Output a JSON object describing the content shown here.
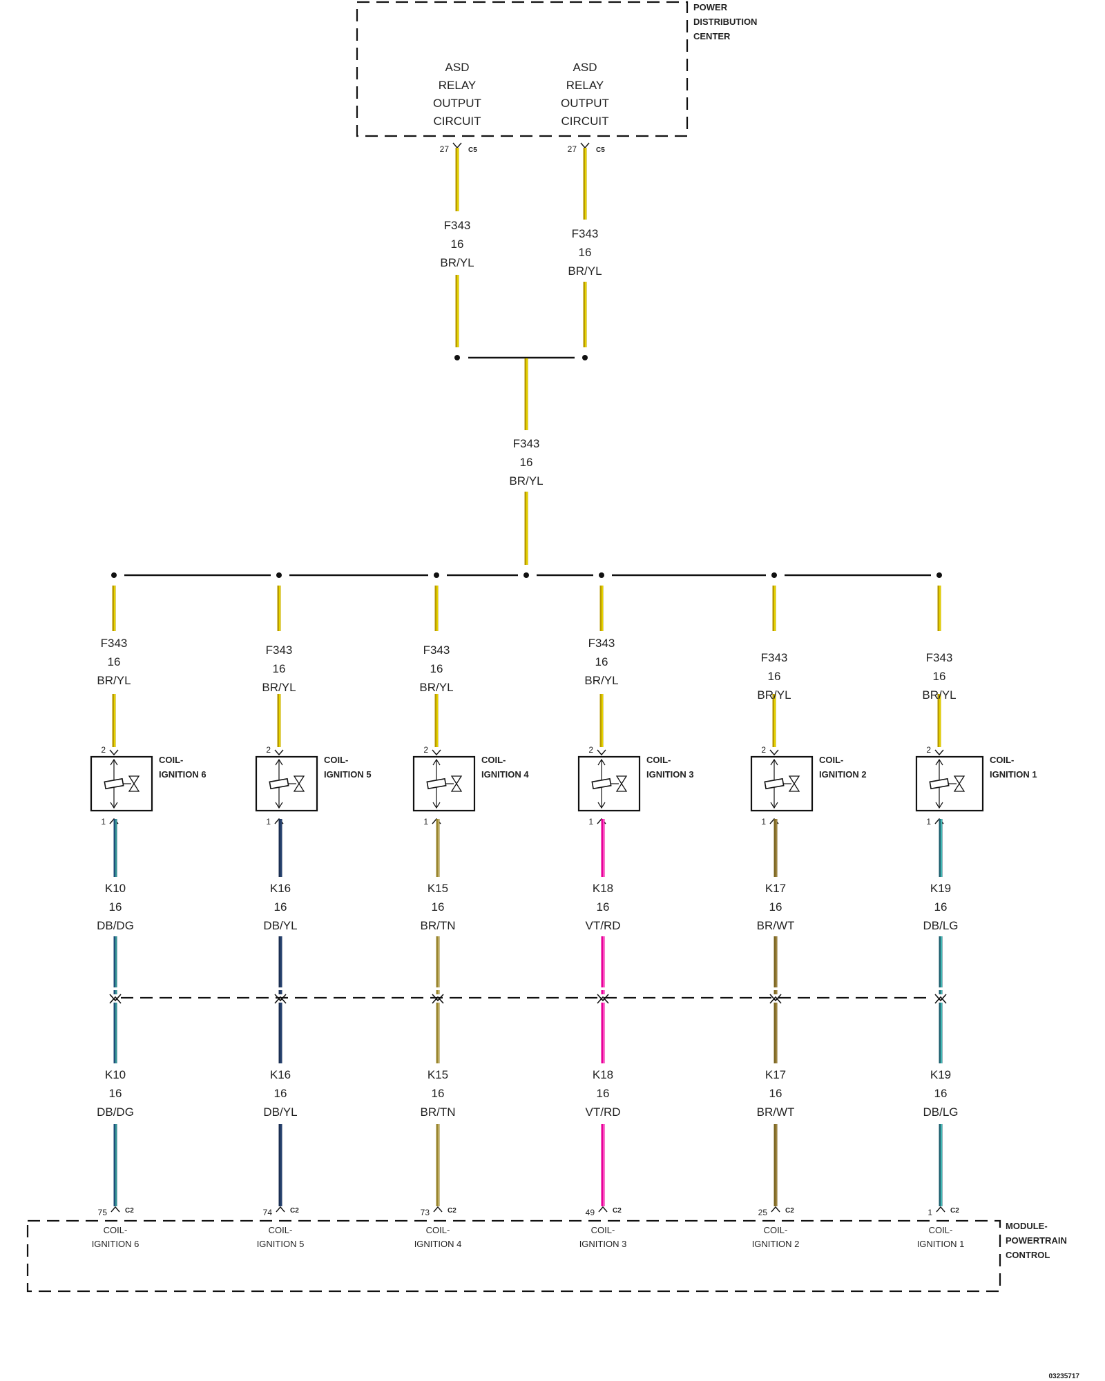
{
  "colors": {
    "f343_wire": "#b89a00",
    "f343_highlight": "#f2e300",
    "k10": "#1d4f7a",
    "k10_highlight": "#3fae9e",
    "k16": "#1b2f52",
    "k16_highlight": "#2c4a7a",
    "k15": "#9a8630",
    "k15_highlight": "#c5b46a",
    "k18": "#e8009a",
    "k18_highlight": "#ff5fc8",
    "k17": "#7a6420",
    "k17_highlight": "#a68c4a",
    "k19": "#1e5f6e",
    "k19_highlight": "#4fd0c8",
    "line": "#111111"
  },
  "pdc": {
    "label_lines": [
      "POWER",
      "DISTRIBUTION",
      "CENTER"
    ],
    "circuits": [
      {
        "lines": [
          "ASD",
          "RELAY",
          "OUTPUT",
          "CIRCUIT"
        ],
        "pin": "27",
        "connector": "C5"
      },
      {
        "lines": [
          "ASD",
          "RELAY",
          "OUTPUT",
          "CIRCUIT"
        ],
        "pin": "27",
        "connector": "C5"
      }
    ]
  },
  "upper_wires": [
    {
      "circuit": "F343",
      "gauge": "16",
      "color_code": "BR/YL"
    },
    {
      "circuit": "F343",
      "gauge": "16",
      "color_code": "BR/YL"
    }
  ],
  "trunk_wire": {
    "circuit": "F343",
    "gauge": "16",
    "color_code": "BR/YL"
  },
  "branches": [
    {
      "supply": {
        "circuit": "F343",
        "gauge": "16",
        "color_code": "BR/YL"
      },
      "pin_in": "2",
      "pin_out": "1",
      "coil_label": [
        "COIL-",
        "IGNITION 6"
      ],
      "control": {
        "circuit": "K10",
        "gauge": "16",
        "color_code": "DB/DG"
      },
      "pcm_pin": "75",
      "pcm_connector": "C2",
      "pcm_label": [
        "COIL-",
        "IGNITION 6"
      ]
    },
    {
      "supply": {
        "circuit": "F343",
        "gauge": "16",
        "color_code": "BR/YL"
      },
      "pin_in": "2",
      "pin_out": "1",
      "coil_label": [
        "COIL-",
        "IGNITION 5"
      ],
      "control": {
        "circuit": "K16",
        "gauge": "16",
        "color_code": "DB/YL"
      },
      "pcm_pin": "74",
      "pcm_connector": "C2",
      "pcm_label": [
        "COIL-",
        "IGNITION 5"
      ]
    },
    {
      "supply": {
        "circuit": "F343",
        "gauge": "16",
        "color_code": "BR/YL"
      },
      "pin_in": "2",
      "pin_out": "1",
      "coil_label": [
        "COIL-",
        "IGNITION 4"
      ],
      "control": {
        "circuit": "K15",
        "gauge": "16",
        "color_code": "BR/TN"
      },
      "pcm_pin": "73",
      "pcm_connector": "C2",
      "pcm_label": [
        "COIL-",
        "IGNITION 4"
      ]
    },
    {
      "supply": {
        "circuit": "F343",
        "gauge": "16",
        "color_code": "BR/YL"
      },
      "pin_in": "2",
      "pin_out": "1",
      "coil_label": [
        "COIL-",
        "IGNITION 3"
      ],
      "control": {
        "circuit": "K18",
        "gauge": "16",
        "color_code": "VT/RD"
      },
      "pcm_pin": "49",
      "pcm_connector": "C2",
      "pcm_label": [
        "COIL-",
        "IGNITION 3"
      ]
    },
    {
      "supply": {
        "circuit": "F343",
        "gauge": "16",
        "color_code": "BR/YL"
      },
      "pin_in": "2",
      "pin_out": "1",
      "coil_label": [
        "COIL-",
        "IGNITION 2"
      ],
      "control": {
        "circuit": "K17",
        "gauge": "16",
        "color_code": "BR/WT"
      },
      "pcm_pin": "25",
      "pcm_connector": "C2",
      "pcm_label": [
        "COIL-",
        "IGNITION 2"
      ]
    },
    {
      "supply": {
        "circuit": "F343",
        "gauge": "16",
        "color_code": "BR/YL"
      },
      "pin_in": "2",
      "pin_out": "1",
      "coil_label": [
        "COIL-",
        "IGNITION 1"
      ],
      "control": {
        "circuit": "K19",
        "gauge": "16",
        "color_code": "DB/LG"
      },
      "pcm_pin": "1",
      "pcm_connector": "C2",
      "pcm_label": [
        "COIL-",
        "IGNITION 1"
      ]
    }
  ],
  "pcm": {
    "label_lines": [
      "MODULE-",
      "POWERTRAIN",
      "CONTROL"
    ]
  },
  "figure_id": "03235717"
}
